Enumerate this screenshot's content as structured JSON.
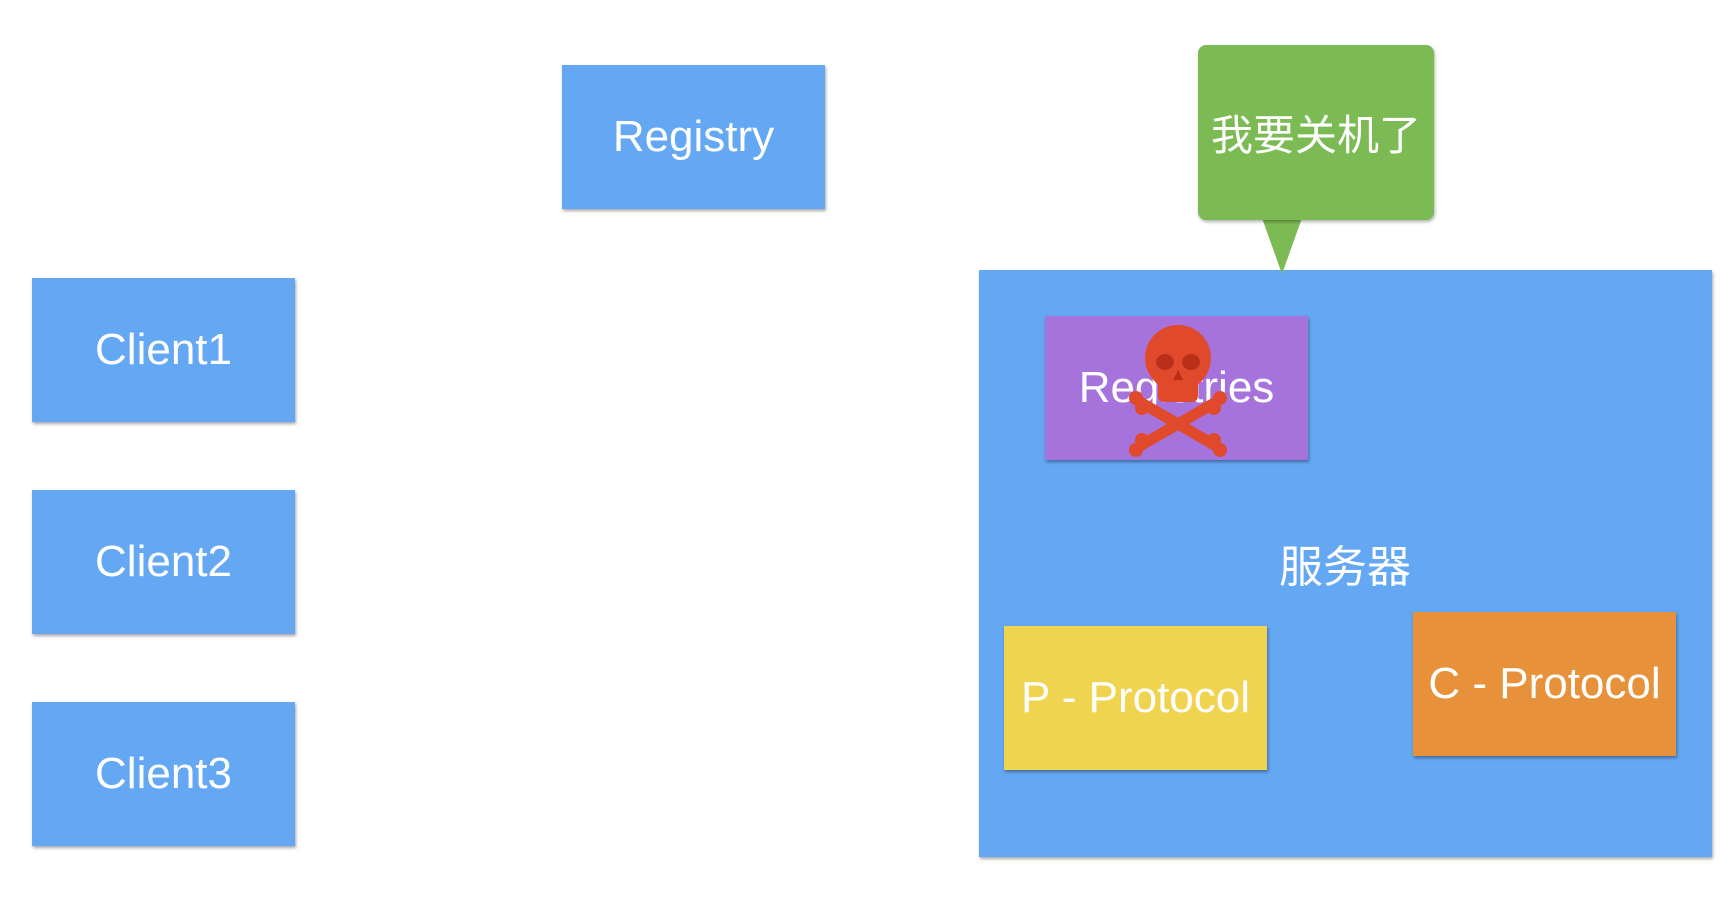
{
  "registry": {
    "label": "Registry"
  },
  "clients": [
    {
      "label": "Client1"
    },
    {
      "label": "Client2"
    },
    {
      "label": "Client3"
    }
  ],
  "server": {
    "label": "服务器",
    "registries_label": "Registries",
    "p_protocol_label": "P - Protocol",
    "c_protocol_label": "C - Protocol"
  },
  "speech_bubble": {
    "text": "我要关机了"
  },
  "icons": {
    "skull": "skull-crossbones-icon"
  },
  "colors": {
    "node_blue": "#64a7f3",
    "registries_purple": "#a672dc",
    "p_protocol_yellow": "#f0d34f",
    "c_protocol_orange": "#e7923a",
    "bubble_green": "#7cbb54",
    "skull_red": "#e04a2b"
  }
}
